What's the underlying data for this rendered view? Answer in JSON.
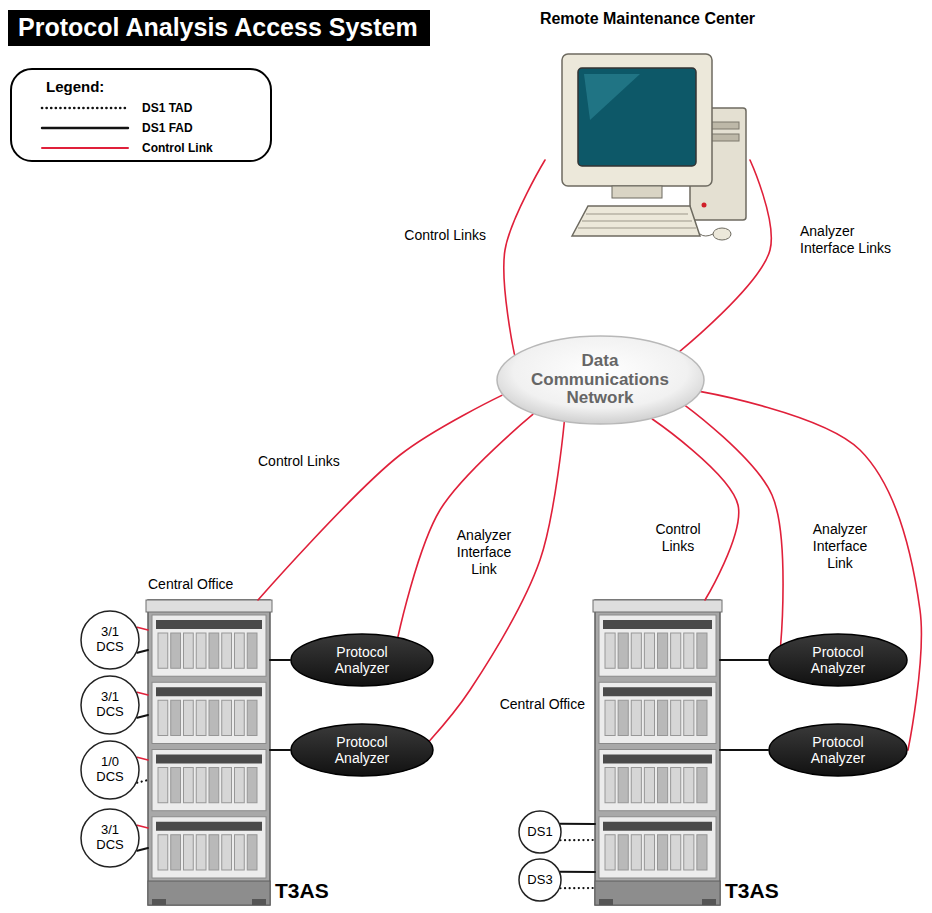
{
  "diagram": {
    "title": "Protocol Analysis Access System",
    "nodes": [
      {
        "text": [
          "Remote Maintenance Center"
        ]
      },
      {
        "text": [
          "Data Communications Network"
        ]
      },
      {
        "text": [
          "Central Office",
          "T3AS"
        ]
      },
      {
        "text": [
          "Protocol Analyzer"
        ]
      },
      {
        "text": [
          "Protocol Analyzer"
        ]
      },
      {
        "text": [
          "3/1 DCS"
        ]
      },
      {
        "text": [
          "3/1 DCS"
        ]
      },
      {
        "text": [
          "1/0 DCS"
        ]
      },
      {
        "text": [
          "3/1 DCS"
        ]
      },
      {
        "text": [
          "Central Office",
          "T3AS"
        ]
      },
      {
        "text": [
          "Protocol Analyzer"
        ]
      },
      {
        "text": [
          "Protocol Analyzer"
        ]
      },
      {
        "text": [
          "DS1"
        ]
      },
      {
        "text": [
          "DS3"
        ]
      }
    ],
    "edges": [
      {
        "from": 0,
        "to": 1,
        "arrow": "none",
        "label": "Control Links"
      },
      {
        "from": 0,
        "to": 1,
        "arrow": "none",
        "label": "Analyzer Interface Links"
      },
      {
        "from": 1,
        "to": 2,
        "arrow": "none",
        "label": "Control Links"
      },
      {
        "from": 1,
        "to": 3,
        "arrow": "none",
        "label": "Analyzer Interface Link"
      },
      {
        "from": 1,
        "to": 4,
        "arrow": "none"
      },
      {
        "from": 1,
        "to": 9,
        "arrow": "none",
        "label": "Control Links"
      },
      {
        "from": 1,
        "to": 10,
        "arrow": "none",
        "label": "Analyzer Interface Link"
      },
      {
        "from": 1,
        "to": 11,
        "arrow": "none"
      },
      {
        "from": 2,
        "to": 3,
        "arrow": "none"
      },
      {
        "from": 2,
        "to": 4,
        "arrow": "none"
      },
      {
        "from": 9,
        "to": 10,
        "arrow": "none"
      },
      {
        "from": 9,
        "to": 11,
        "arrow": "none"
      },
      {
        "from": 5,
        "to": 2,
        "arrow": "none"
      },
      {
        "from": 5,
        "to": 2,
        "arrow": "none"
      },
      {
        "from": 6,
        "to": 2,
        "arrow": "none"
      },
      {
        "from": 6,
        "to": 2,
        "arrow": "none"
      },
      {
        "from": 7,
        "to": 2,
        "arrow": "none"
      },
      {
        "from": 7,
        "to": 2,
        "arrow": "none"
      },
      {
        "from": 8,
        "to": 2,
        "arrow": "none"
      },
      {
        "from": 8,
        "to": 2,
        "arrow": "none"
      },
      {
        "from": 12,
        "to": 9,
        "arrow": "none"
      },
      {
        "from": 12,
        "to": 9,
        "arrow": "none"
      },
      {
        "from": 13,
        "to": 9,
        "arrow": "none"
      },
      {
        "from": 13,
        "to": 9,
        "arrow": "none"
      }
    ],
    "labels": [
      "Legend:"
    ],
    "legend": [
      {
        "text": "DS1 TAD"
      },
      {
        "text": "DS1 FAD"
      },
      {
        "text": "Control Link"
      }
    ]
  }
}
